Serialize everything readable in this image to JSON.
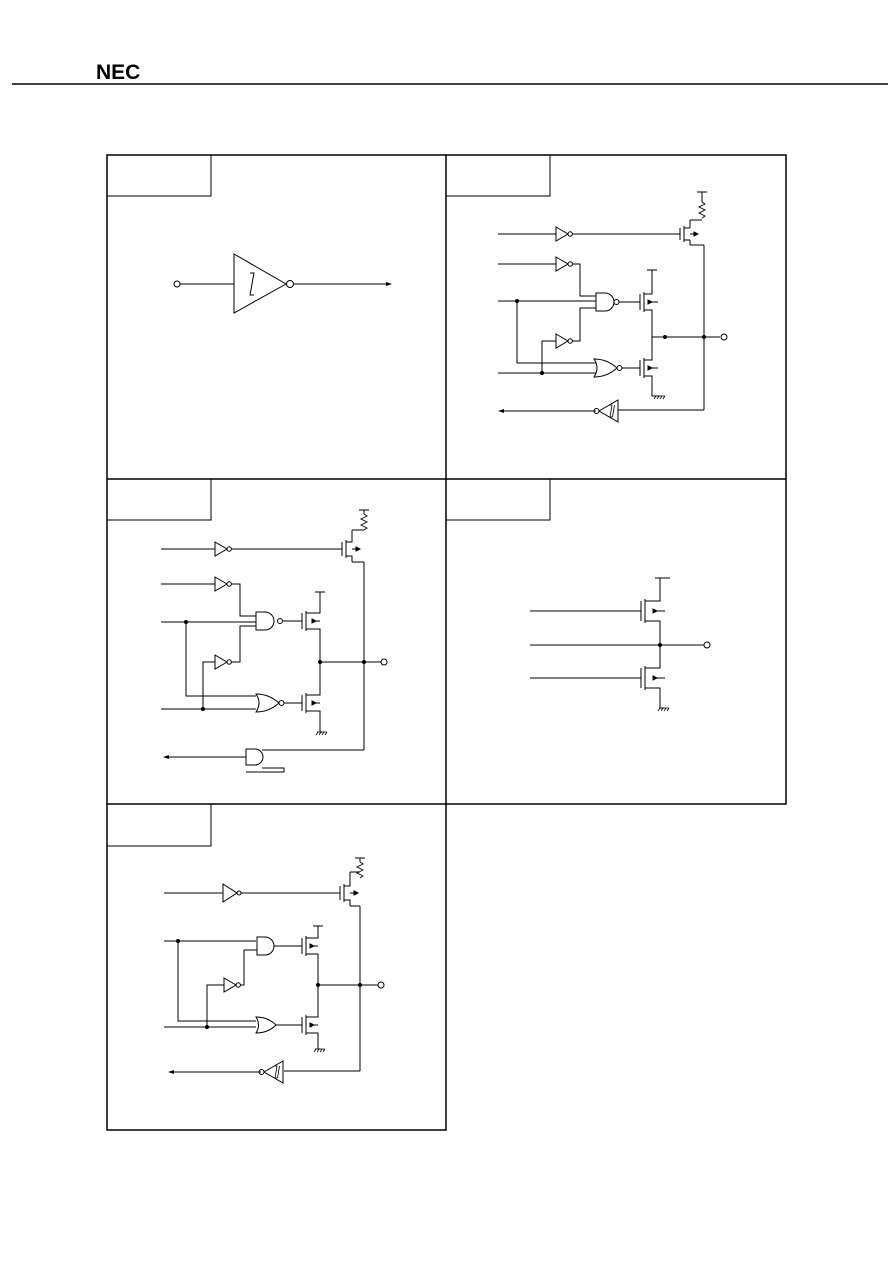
{
  "header": {
    "logo_text": "NEC"
  },
  "panels": [
    {
      "id": "schmitt-input-buffer",
      "tag": ""
    },
    {
      "id": "tristate-pullup-schmitt-io",
      "tag": ""
    },
    {
      "id": "tristate-pullup-and-readback-io",
      "tag": ""
    },
    {
      "id": "cmos-push-pull-output",
      "tag": ""
    },
    {
      "id": "tristate-pullup-schmitt-io-2",
      "tag": ""
    }
  ],
  "colors": {
    "ink": "#000000",
    "paper": "#ffffff"
  }
}
